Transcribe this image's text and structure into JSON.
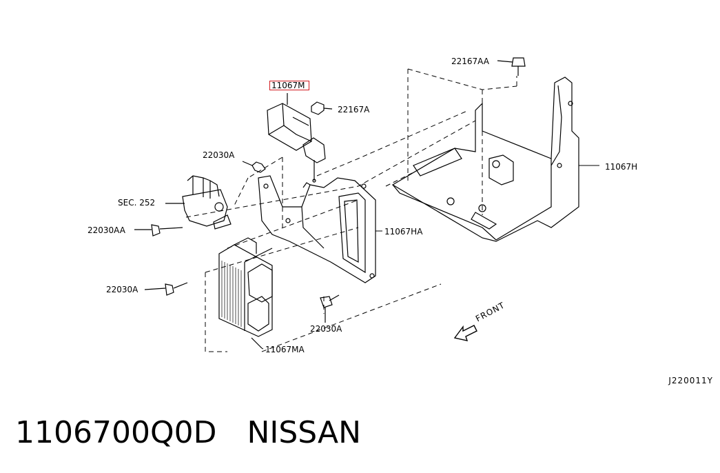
{
  "diagram": {
    "highlight_color": "#d2191e",
    "callouts": {
      "part_11067m": "11067M",
      "bolt_22167a": "22167A",
      "bolt_22167aa": "22167AA",
      "bracket_11067h": "11067H",
      "bracket_11067ha": "11067HA",
      "bolt_22030a_upper": "22030A",
      "bolt_22030aa": "22030AA",
      "bolt_22030a_left": "22030A",
      "bolt_22030a_lower": "22030A",
      "part_11067ma": "11067MA",
      "sec_ref": "SEC. 252"
    },
    "front_label": "FRONT",
    "diagram_code": "J220011Y"
  },
  "footer": {
    "part_number": "1106700Q0D",
    "brand": "NISSAN"
  }
}
